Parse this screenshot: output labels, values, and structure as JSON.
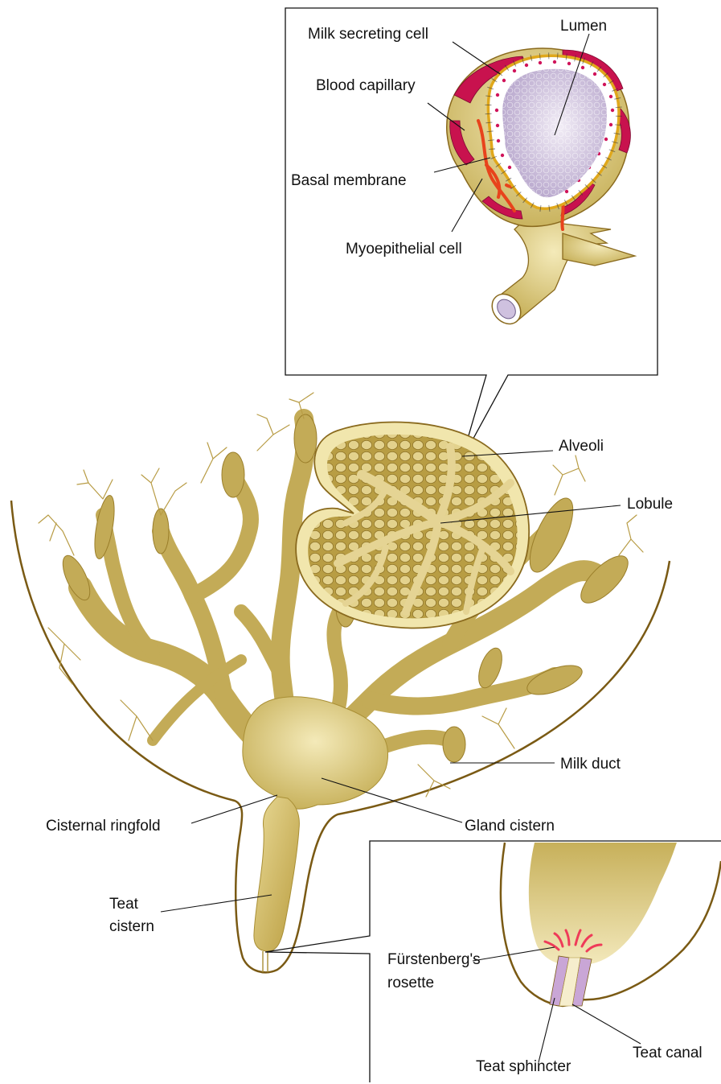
{
  "labels": {
    "milk_secreting_cell": "Milk secreting cell",
    "lumen": "Lumen",
    "blood_capillary": "Blood capillary",
    "basal_membrane": "Basal membrane",
    "myoepithelial_cell": "Myoepithelial cell",
    "alveoli": "Alveoli",
    "lobule": "Lobule",
    "milk_duct": "Milk duct",
    "cisternal_ringfold": "Cisternal ringfold",
    "gland_cistern": "Gland cistern",
    "teat_cistern_line1": "Teat",
    "teat_cistern_line2": "cistern",
    "furstenberg_line1": "Fürstenberg's",
    "furstenberg_line2": "rosette",
    "teat_sphincter": "Teat sphincter",
    "teat_canal": "Teat canal"
  },
  "colors": {
    "tissue": "#d9c77a",
    "tissue_light": "#eee2a8",
    "tissue_dark": "#a98f35",
    "outline": "#8a6a1e",
    "capillary": "#c8124e",
    "myoepithelial": "#e8431c",
    "lumen": "#d7cbe3",
    "sphincter": "#c9a6d6"
  }
}
